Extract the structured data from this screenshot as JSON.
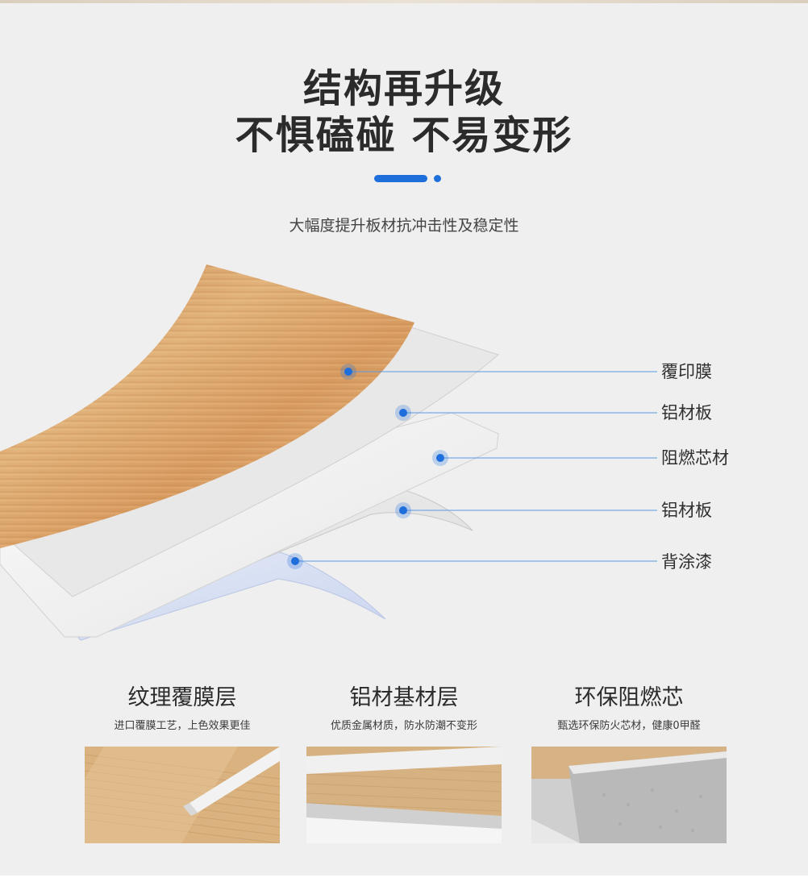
{
  "heading": {
    "line1": "结构再升级",
    "line2": "不惧磕碰 不易变形",
    "subtitle": "大幅度提升板材抗冲击性及稳定性"
  },
  "layers": [
    {
      "label": "覆印膜"
    },
    {
      "label": "铝材板"
    },
    {
      "label": "阻燃芯材"
    },
    {
      "label": "铝材板"
    },
    {
      "label": "背涂漆"
    }
  ],
  "features": [
    {
      "title": "纹理覆膜层",
      "desc": "进口覆膜工艺，上色效果更佳"
    },
    {
      "title": "铝材基材层",
      "desc": "优质金属材质，防水防潮不变形"
    },
    {
      "title": "环保阻燃芯",
      "desc": "甄选环保防火芯材，健康0甲醛"
    }
  ],
  "colors": {
    "accent": "#1e6fdc",
    "wood": "#d8a36a",
    "background": "#efefef"
  }
}
